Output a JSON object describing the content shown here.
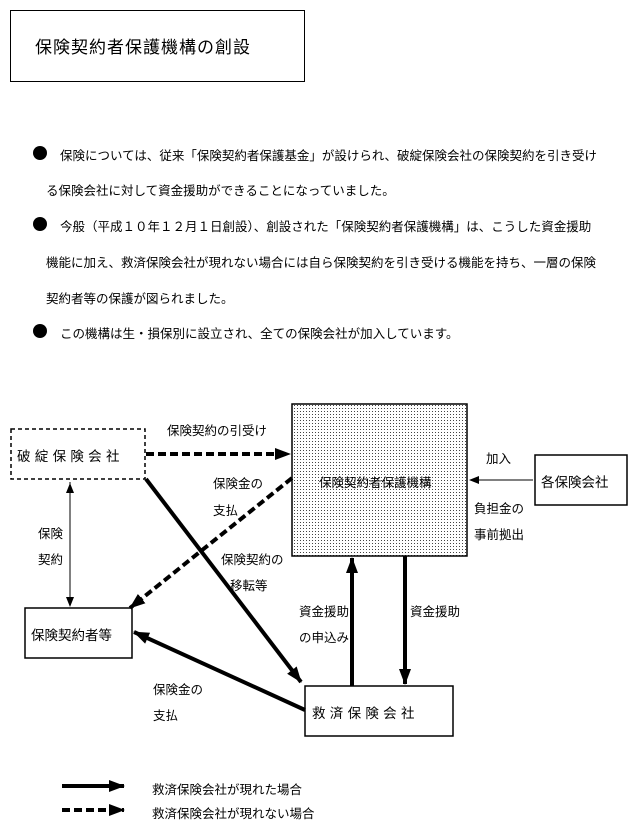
{
  "title": "保険契約者保護機構の創設",
  "bullets": [
    {
      "lines": [
        "保険については、従来「保険契約者保護基金」が設けられ、破綻保険会社の保険契約を引き受け",
        "る保険会社に対して資金援助ができることになっていました。"
      ]
    },
    {
      "lines": [
        "今般（平成１０年１２月１日創設）、創設された「保険契約者保護機構」は、こうした資金援助",
        "機能に加え、救済保険会社が現れない場合には自ら保険契約を引き受ける機能を持ち、一層の保険",
        "契約者等の保護が図られました。"
      ]
    },
    {
      "lines": [
        "この機構は生・損保別に設立され、全ての保険会社が加入しています。"
      ]
    }
  ],
  "diagram": {
    "boxes": {
      "failed": "破 綻 保 険 会 社",
      "organization": "保険契約者保護機構",
      "members": "各保険会社",
      "policyholders": "保険契約者等",
      "rescue": "救 済 保 険 会 社"
    },
    "labels": {
      "transfer_policies": "保険契約の引受け",
      "join": "加入",
      "payout1_a": "保険金の",
      "payout1_b": "支払",
      "burden_a": "負担金の",
      "burden_b": "事前拠出",
      "contract_a": "保険",
      "contract_b": "契約",
      "move_a": "保険契約の",
      "move_b": "移転等",
      "aid_request_a": "資金援助",
      "aid_request_b": "の申込み",
      "aid": "資金援助",
      "payout2_a": "保険金の",
      "payout2_b": "支払"
    },
    "legend": {
      "solid": "救済保険会社が現れた場合",
      "dashed": "救済保険会社が現れない場合"
    }
  }
}
